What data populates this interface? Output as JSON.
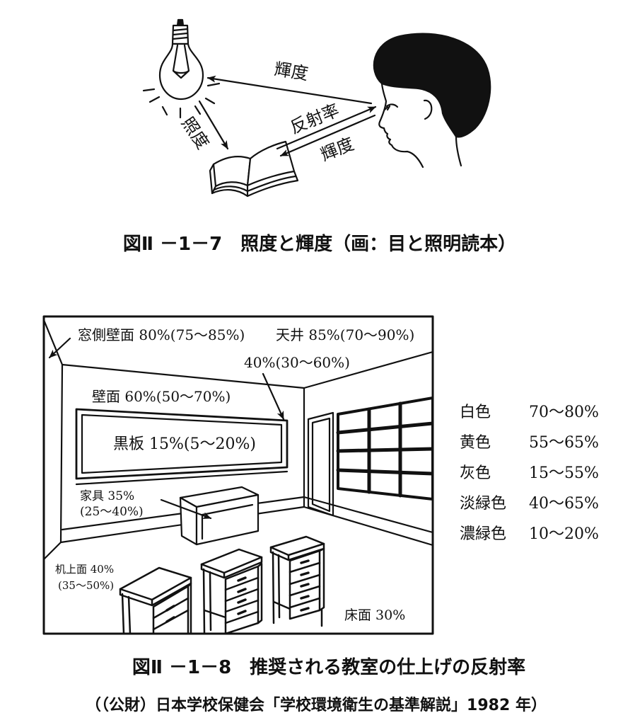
{
  "figure1": {
    "labels": {
      "luminance_top": "輝度",
      "illuminance": "照度",
      "reflectance": "反射率",
      "luminance_bottom": "輝度"
    },
    "caption": "図Ⅱ －1－7　照度と輝度（画：目と照明読本）"
  },
  "figure2": {
    "labels": {
      "window_wall": "窓側壁面 80%(75～85%)",
      "ceiling": "天井 85%(70～90%)",
      "front_wall": "40%(30～60%)",
      "wall": "壁面 60%(50～70%)",
      "blackboard": "黒板 15%(5～20%)",
      "furniture": "家具 35%",
      "furniture_range": "(25～40%)",
      "desktop": "机上面 40%",
      "desktop_range": "(35～50%)",
      "floor": "床面 30%"
    },
    "color_table": [
      {
        "color": "白色",
        "range": "70～80%"
      },
      {
        "color": "黄色",
        "range": "55～65%"
      },
      {
        "color": "灰色",
        "range": "15～55%"
      },
      {
        "color": "淡緑色",
        "range": "40～65%"
      },
      {
        "color": "濃緑色",
        "range": "10～20%"
      }
    ],
    "caption": "図Ⅱ －1－8　推奨される教室の仕上げの反射率",
    "source": "（（公財）日本学校保健会「学校環境衛生の基準解説」1982 年）"
  }
}
